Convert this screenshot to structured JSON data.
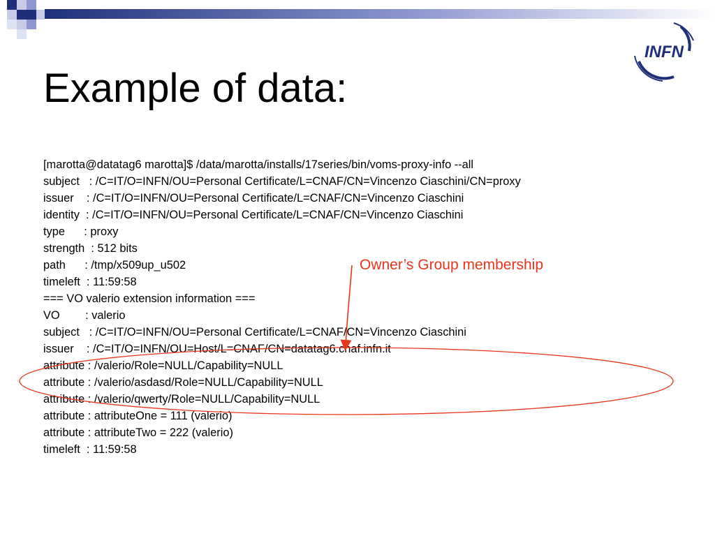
{
  "slide": {
    "title": "Example of data:",
    "annotation": "Owner’s Group membership",
    "logo_text": "INFN",
    "colors": {
      "accent_blue": "#1f2f7a",
      "highlight_red": "#e8361c"
    },
    "lines": [
      "[marotta@datatag6 marotta]$ /data/marotta/installs/17series/bin/voms-proxy-info --all",
      "subject   : /C=IT/O=INFN/OU=Personal Certificate/L=CNAF/CN=Vincenzo Ciaschini/CN=proxy",
      "issuer    : /C=IT/O=INFN/OU=Personal Certificate/L=CNAF/CN=Vincenzo Ciaschini",
      "identity  : /C=IT/O=INFN/OU=Personal Certificate/L=CNAF/CN=Vincenzo Ciaschini",
      "type      : proxy",
      "strength  : 512 bits",
      "path      : /tmp/x509up_u502",
      "timeleft  : 11:59:58",
      "=== VO valerio extension information ===",
      "VO        : valerio",
      "subject   : /C=IT/O=INFN/OU=Personal Certificate/L=CNAF/CN=Vincenzo Ciaschini",
      "issuer    : /C=IT/O=INFN/OU=Host/L=CNAF/CN=datatag6.cnaf.infn.it",
      "attribute : /valerio/Role=NULL/Capability=NULL",
      "attribute : /valerio/asdasd/Role=NULL/Capability=NULL",
      "attribute : /valerio/qwerty/Role=NULL/Capability=NULL",
      "attribute : attributeOne = 111 (valerio)",
      "attribute : attributeTwo = 222 (valerio)",
      "timeleft  : 11:59:58"
    ]
  }
}
